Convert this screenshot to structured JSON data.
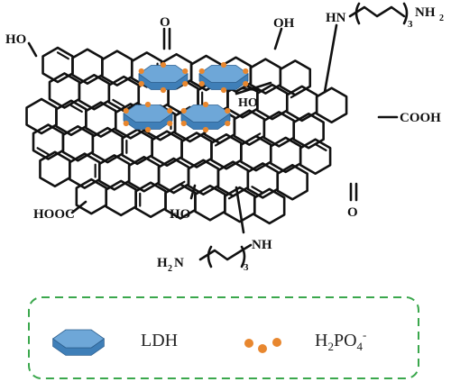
{
  "groups": {
    "hydroxyl": "HO",
    "hydroxyl_b": "OH",
    "carbonyl": "O",
    "carboxyl_right": "COOH",
    "carboxyl_left": "HOOC",
    "amine_top_nh": "HN",
    "amine_top_n": "3",
    "amine_top_nh2": "NH",
    "amine_top_nh2_sub": "2",
    "amine_bottom_h2": "H",
    "amine_bottom_h2_sub": "2",
    "amine_bottom_n": "N",
    "amine_bottom_count": "3",
    "amine_bottom_nh": "NH",
    "inner_ho": "HO"
  },
  "legend": {
    "ldh_label": "LDH",
    "phosphate_h": "H",
    "phosphate_sub2": "2",
    "phosphate_po": "PO",
    "phosphate_sub4": "4",
    "phosphate_charge": "-"
  },
  "colors": {
    "ldh_top": "#6ea7d8",
    "ldh_side": "#3f7fb8",
    "phosphate": "#e8872f",
    "legend_border": "#3aa74c",
    "bond": "#111111"
  }
}
